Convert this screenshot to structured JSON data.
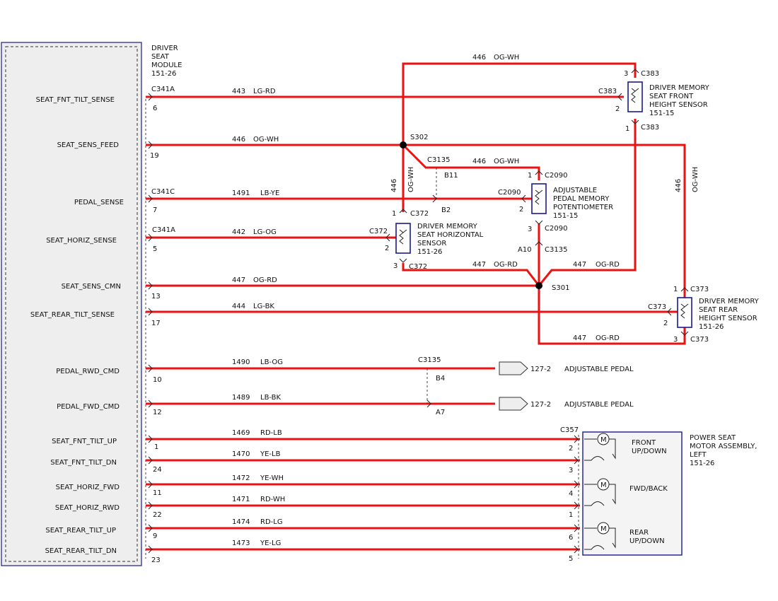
{
  "colors": {
    "wire": "#ee1111",
    "module_border": "#1a1a8c",
    "module_fill": "#eeeeee"
  },
  "module": {
    "line1": "DRIVER",
    "line2": "SEAT",
    "line3": "MODULE",
    "line4": "151-26"
  },
  "pins": {
    "seat_fnt_tilt_sense": {
      "name": "SEAT_FNT_TILT_SENSE",
      "connector": "C341A",
      "pin": "6",
      "circuit": "443",
      "color": "LG-RD"
    },
    "seat_sens_feed": {
      "name": "SEAT_SENS_FEED",
      "pin": "19",
      "circuit": "446",
      "color": "OG-WH"
    },
    "pedal_sense": {
      "name": "PEDAL_SENSE",
      "connector": "C341C",
      "pin": "7",
      "circuit": "1491",
      "color": "LB-YE"
    },
    "seat_horiz_sense": {
      "name": "SEAT_HORIZ_SENSE",
      "connector": "C341A",
      "pin": "5",
      "circuit": "442",
      "color": "LG-OG"
    },
    "seat_sens_cmn": {
      "name": "SEAT_SENS_CMN",
      "pin": "13",
      "circuit": "447",
      "color": "OG-RD"
    },
    "seat_rear_tilt_sense": {
      "name": "SEAT_REAR_TILT_SENSE",
      "pin": "17",
      "circuit": "444",
      "color": "LG-BK"
    },
    "pedal_rwd_cmd": {
      "name": "PEDAL_RWD_CMD",
      "pin": "10",
      "circuit": "1490",
      "color": "LB-OG"
    },
    "pedal_fwd_cmd": {
      "name": "PEDAL_FWD_CMD",
      "pin": "12",
      "circuit": "1489",
      "color": "LB-BK"
    },
    "seat_fnt_tilt_up": {
      "name": "SEAT_FNT_TILT_UP",
      "pin": "1",
      "circuit": "1469",
      "color": "RD-LB",
      "motor_pin": "2"
    },
    "seat_fnt_tilt_dn": {
      "name": "SEAT_FNT_TILT_DN",
      "pin": "24",
      "circuit": "1470",
      "color": "YE-LB",
      "motor_pin": "3"
    },
    "seat_horiz_fwd": {
      "name": "SEAT_HORIZ_FWD",
      "pin": "11",
      "circuit": "1472",
      "color": "YE-WH",
      "motor_pin": "4"
    },
    "seat_horiz_rwd": {
      "name": "SEAT_HORIZ_RWD",
      "pin": "22",
      "circuit": "1471",
      "color": "RD-WH",
      "motor_pin": "1"
    },
    "seat_rear_tilt_up": {
      "name": "SEAT_REAR_TILT_UP",
      "pin": "9",
      "circuit": "1474",
      "color": "RD-LG",
      "motor_pin": "6"
    },
    "seat_rear_tilt_dn": {
      "name": "SEAT_REAR_TILT_DN",
      "pin": "23",
      "circuit": "1473",
      "color": "YE-LG",
      "motor_pin": "5"
    }
  },
  "top_wire": {
    "circuit": "446",
    "color": "OG-WH"
  },
  "s302_branch": {
    "circuit": "446",
    "color": "OG-WH"
  },
  "s302_vertical": {
    "circuit": "446",
    "color": "OG-WH"
  },
  "right_vertical": {
    "circuit": "446",
    "color": "OG-WH"
  },
  "horiz_to_s301": {
    "circuit": "447",
    "color": "OG-RD"
  },
  "front_to_s301": {
    "circuit": "447",
    "color": "OG-RD"
  },
  "bottom_447": {
    "circuit": "447",
    "color": "OG-RD"
  },
  "splices": {
    "s302": "S302",
    "s301": "S301"
  },
  "connectors": {
    "c3135": "C3135",
    "c3135_b11": "B11",
    "c3135_b2": "B2",
    "c3135_a10": "A10",
    "c3135_lower": "C3135",
    "c3135_b4": "B4",
    "c3135_a7": "A7",
    "c2090": "C2090",
    "c372": "C372",
    "c383": "C383",
    "c373": "C373",
    "c357": "C357"
  },
  "sensors": {
    "front_height": {
      "line1": "DRIVER MEMORY",
      "line2": "SEAT FRONT",
      "line3": "HEIGHT SENSOR",
      "line4": "151-15",
      "pin_top": "3",
      "pin_mid": "2",
      "pin_bot": "1"
    },
    "pedal_pot": {
      "line1": "ADJUSTABLE",
      "line2": "PEDAL MEMORY",
      "line3": "POTENTIOMETER",
      "line4": "151-15",
      "pin_top": "1",
      "pin_mid": "2",
      "pin_bot": "3"
    },
    "horizontal": {
      "line1": "DRIVER MEMORY",
      "line2": "SEAT HORIZONTAL",
      "line3": "SENSOR",
      "line4": "151-26",
      "pin_top": "1",
      "pin_mid": "2",
      "pin_bot": "3"
    },
    "rear_height": {
      "line1": "DRIVER MEMORY",
      "line2": "SEAT REAR",
      "line3": "HEIGHT SENSOR",
      "line4": "151-26",
      "pin_top": "1",
      "pin_mid": "2",
      "pin_bot": "3"
    }
  },
  "pedal_refs": {
    "rwd": {
      "ref": "127-2",
      "label": "ADJUSTABLE PEDAL"
    },
    "fwd": {
      "ref": "127-2",
      "label": "ADJUSTABLE PEDAL"
    }
  },
  "motor_assembly": {
    "line1": "POWER SEAT",
    "line2": "MOTOR ASSEMBLY,",
    "line3": "LEFT",
    "line4": "151-26",
    "motor_symbol": "M",
    "m1_line1": "FRONT",
    "m1_line2": "UP/DOWN",
    "m2_line1": "FWD/BACK",
    "m3_line1": "REAR",
    "m3_line2": "UP/DOWN"
  }
}
